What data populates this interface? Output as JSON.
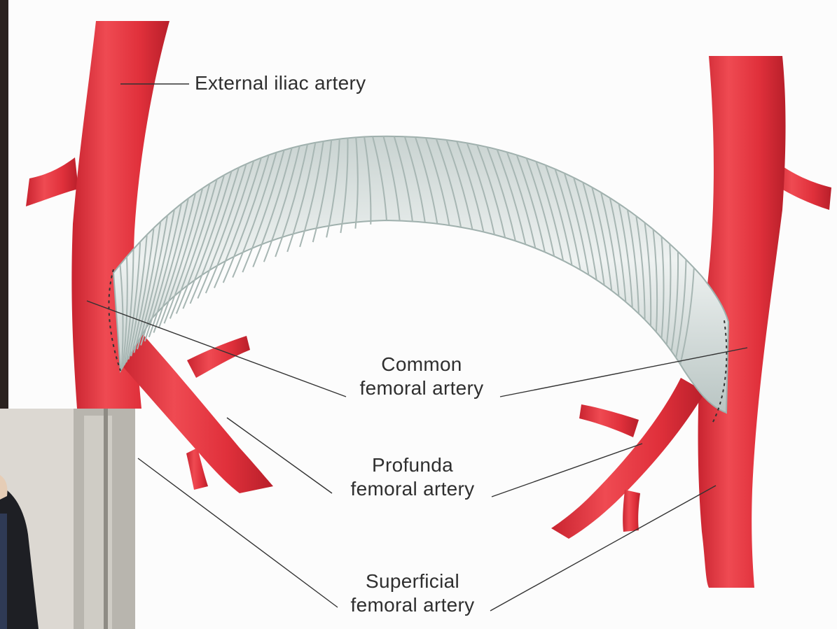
{
  "labels": {
    "external_iliac": "External iliac artery",
    "common_line1": "Common",
    "common_line2": "femoral artery",
    "profunda_line1": "Profunda",
    "profunda_line2": "femoral artery",
    "superficial_line1": "Superficial",
    "superficial_line2": "femoral artery"
  },
  "colors": {
    "artery": "#e0303b",
    "artery_dark": "#b81f2a",
    "graft": "#dfe5e3",
    "graft_ring": "#9fb0ad",
    "background": "#fcfcfc",
    "leader_line": "#333333"
  }
}
